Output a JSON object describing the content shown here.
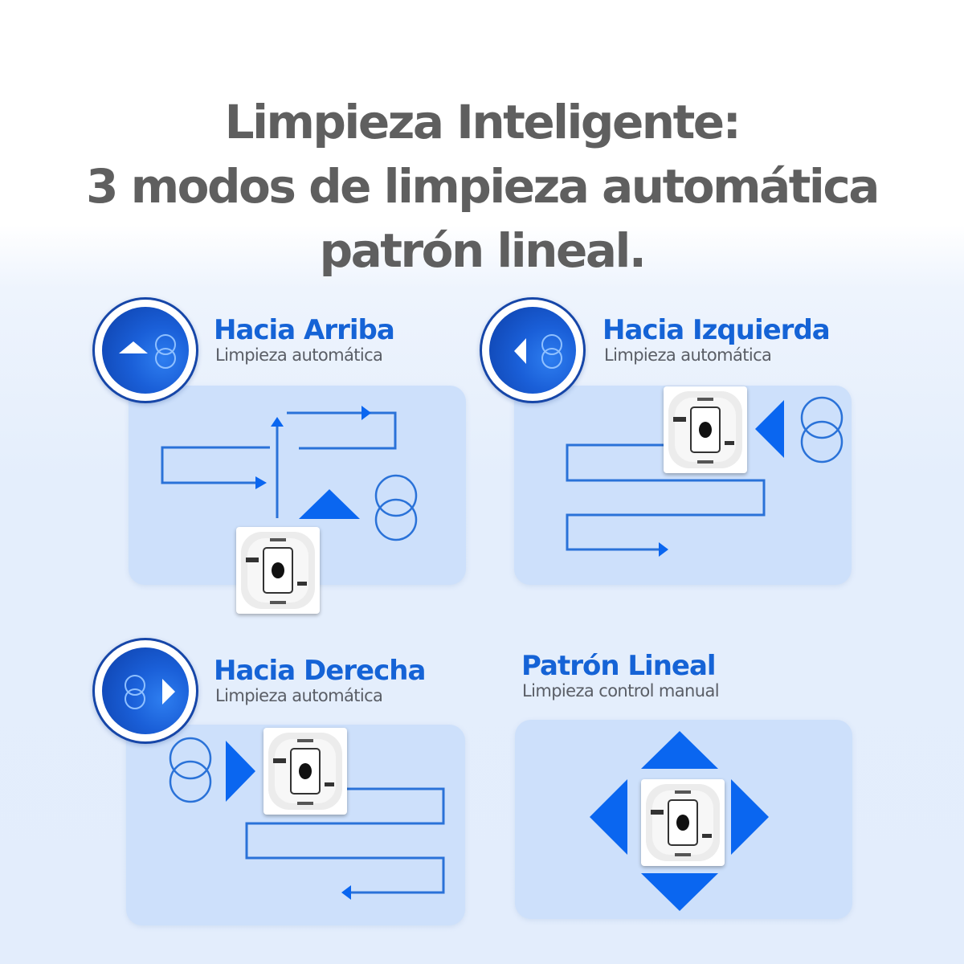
{
  "title": {
    "line1": "Limpieza Inteligente:",
    "line2": "3 modos de limpieza automática",
    "line3": "patrón lineal."
  },
  "colors": {
    "title_text": "#5f5f5f",
    "heading_blue": "#1563d6",
    "subheading_gray": "#5a5e66",
    "panel_bg": "#cde0fb",
    "arrow_blue": "#0a66f0",
    "path_blue": "#2a72d8"
  },
  "modes": [
    {
      "heading": "Hacia Arriba",
      "subheading": "Limpieza automática",
      "badge_icon": "up-triangle-icon",
      "direction": "up"
    },
    {
      "heading": "Hacia Izquierda",
      "subheading": "Limpieza automática",
      "badge_icon": "left-triangle-icon",
      "direction": "left"
    },
    {
      "heading": "Hacia Derecha",
      "subheading": "Limpieza automática",
      "badge_icon": "right-triangle-icon",
      "direction": "right"
    },
    {
      "heading": "Patrón Lineal",
      "subheading": "Limpieza control manual",
      "badge_icon": "four-way-arrows-icon",
      "direction": "manual"
    }
  ]
}
